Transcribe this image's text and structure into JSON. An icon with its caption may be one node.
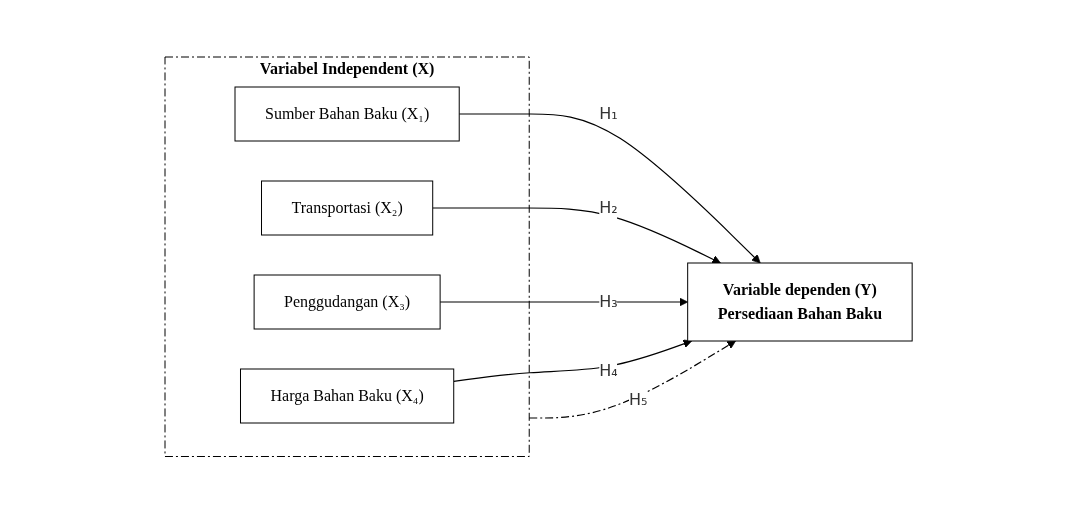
{
  "diagram": {
    "nodes": [
      {
        "text": [
          "Variabel Independent (X)"
        ]
      },
      {
        "text": [
          "Sumber Bahan Baku (X₁)"
        ],
        "in": 0
      },
      {
        "text": [
          "Transportasi (X₂)"
        ],
        "in": 0
      },
      {
        "text": [
          "Penggudangan (X₃)"
        ],
        "in": 0
      },
      {
        "text": [
          "Harga Bahan Baku (X₄)"
        ],
        "in": 0
      },
      {
        "text": [
          "Variable dependen (Y)",
          "Persediaan Bahan Baku"
        ]
      }
    ],
    "edges": [
      {
        "from": 1,
        "to": 5,
        "arrow": "to",
        "label": "H₁"
      },
      {
        "from": 2,
        "to": 5,
        "arrow": "to",
        "label": "H₂"
      },
      {
        "from": 3,
        "to": 5,
        "arrow": "to",
        "label": "H₃"
      },
      {
        "from": 4,
        "to": 5,
        "arrow": "to",
        "label": "H₄"
      },
      {
        "from": 0,
        "to": 5,
        "arrow": "to",
        "label": "H₅",
        "style": "dashed"
      }
    ]
  }
}
